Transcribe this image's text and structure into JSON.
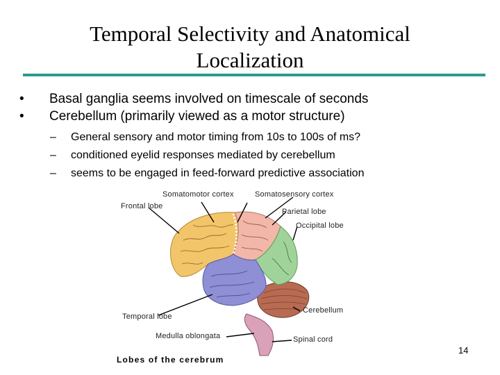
{
  "slide": {
    "title_line1": "Temporal Selectivity and Anatomical",
    "title_line2": "Localization",
    "bullets": [
      {
        "text": "Basal ganglia seems involved on timescale of seconds"
      },
      {
        "text": "Cerebellum (primarily viewed as a motor structure)"
      }
    ],
    "sub_bullets": [
      {
        "text": "General sensory and motor timing from 10s to 100s of ms?"
      },
      {
        "text": "conditioned eyelid responses mediated by cerebellum"
      },
      {
        "text": "seems to be engaged in feed-forward predictive association"
      }
    ],
    "bullet_mark": "•",
    "sub_bullet_mark": "–",
    "page_number": "14"
  },
  "figure": {
    "labels": {
      "somatomotor": "Somatomotor cortex",
      "somatosensory": "Somatosensory cortex",
      "frontal": "Frontal lobe",
      "parietal": "Parietal lobe",
      "occipital": "Occipital lobe",
      "temporal": "Temporal lobe",
      "cerebellum": "Cerebellum",
      "medulla": "Medulla oblongata",
      "spinal": "Spinal cord"
    },
    "caption": "Lobes of the cerebrum",
    "colors": {
      "frontal": "#f3c56a",
      "parietal": "#f2b7a8",
      "occipital": "#9fd39a",
      "temporal": "#8f8fd6",
      "cerebellum": "#b86b52",
      "brainstem": "#d9a2b8",
      "accent": "#2a9d8f"
    }
  }
}
